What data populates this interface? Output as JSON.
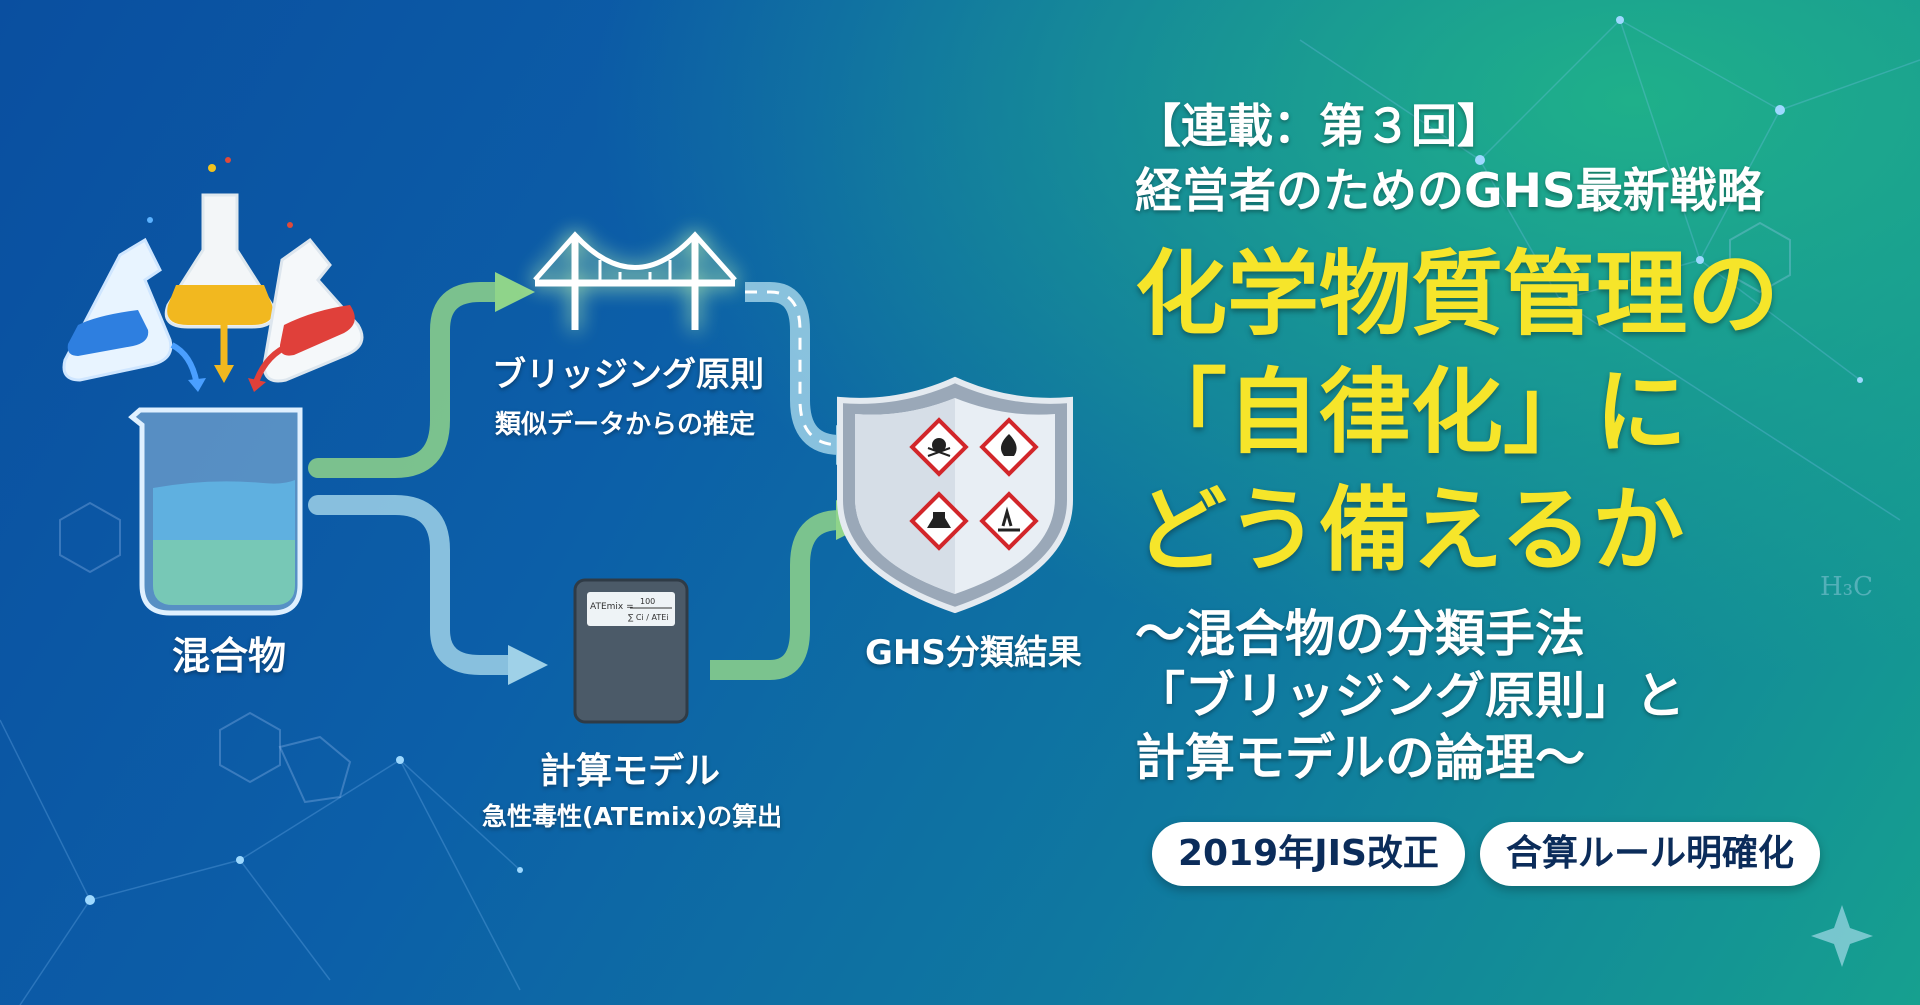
{
  "series": {
    "label": "【連載：第３回】"
  },
  "subtitle": "経営者のためのGHS最新戦略",
  "main_title": {
    "line1": "化学物質管理の",
    "line2": "「自律化」に",
    "line3": "どう備えるか"
  },
  "sub_heading": {
    "line1": "〜混合物の分類手法",
    "line2": "「ブリッジング原則」と",
    "line3": "計算モデルの論理〜"
  },
  "badges": [
    "2019年JIS改正",
    "合算ルール明確化"
  ],
  "diagram": {
    "mixture_label": "混合物",
    "bridging": {
      "title": "ブリッジング原則",
      "caption": "類似データからの推定"
    },
    "calc": {
      "title": "計算モデル",
      "caption": "急性毒性(ATEmix)の算出"
    },
    "result_label": "GHS分類結果",
    "calc_display": {
      "numerator": "100",
      "lhs": "ATEmix",
      "denominator": "∑ Ci / ATEi"
    }
  },
  "chem_label": "H₃C",
  "colors": {
    "title_yellow": "#f6e52a",
    "text_white": "#ffffff",
    "arrow_green": "#8fd48a",
    "arrow_blue": "#9fd1e8"
  }
}
